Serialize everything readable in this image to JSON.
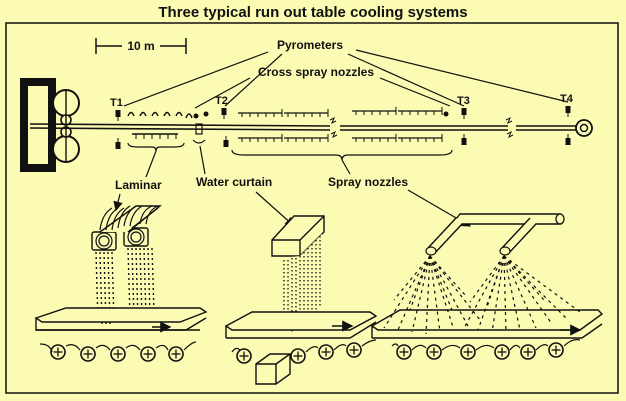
{
  "title": "Three typical run out table cooling systems",
  "scale_bar": "10 m",
  "labels": {
    "pyrometers": "Pyrometers",
    "cross_spray": "Cross spray nozzles",
    "laminar": "Laminar",
    "water_curtain": "Water curtain",
    "spray_nozzles": "Spray nozzles"
  },
  "pyrometer_tags": [
    "T1",
    "T2",
    "T3",
    "T4"
  ],
  "colors": {
    "background": "#fbfbb4",
    "ink": "#111111"
  }
}
